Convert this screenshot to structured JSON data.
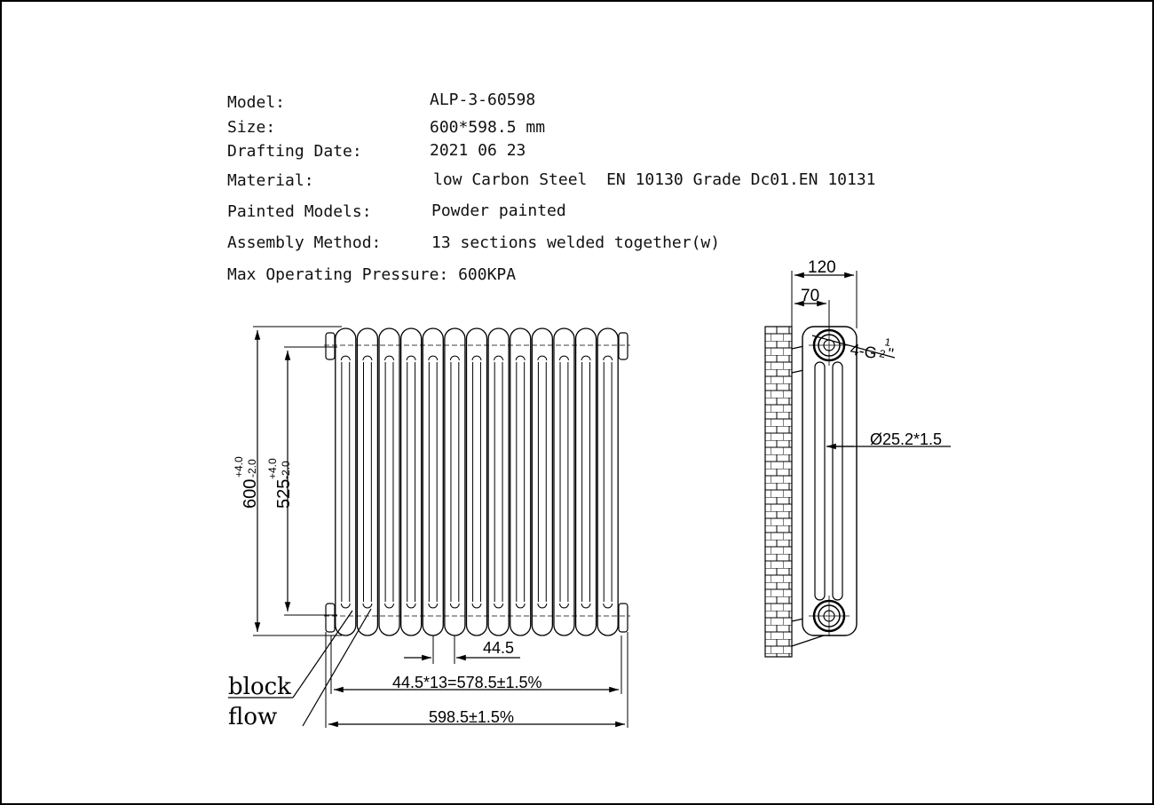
{
  "specs": {
    "model_label": "Model:",
    "model_value": "ALP-3-60598",
    "size_label": "Size:",
    "size_value": "600*598.5 mm",
    "date_label": "Drafting Date:",
    "date_value": "2021 06 23",
    "material_label": "Material:",
    "material_value": "low Carbon Steel  EN 10130 Grade Dc01.EN 10131",
    "painted_label": "Painted Models:",
    "painted_value": "Powder painted",
    "assembly_label": "Assembly Method:",
    "assembly_value": "13 sections welded together(w)",
    "pressure_text": "Max Operating Pressure: 600KPA"
  },
  "front_view": {
    "height_main": "600",
    "height_tol_plus": "+4.0",
    "height_tol_minus": "-2.0",
    "centers_main": "525",
    "centers_tol_plus": "+4.0",
    "centers_tol_minus": "-2.0",
    "section_pitch": "44.5",
    "pitch_total": "44.5*13=578.5±1.5%",
    "overall_width": "598.5±1.5%",
    "label_block": "block",
    "label_flow": "flow",
    "section_count": 13
  },
  "side_view": {
    "depth_total": "120",
    "depth_offset": "70",
    "thread_prefix": "4-G",
    "thread_num": "1",
    "thread_den": "2",
    "thread_suffix": "\"",
    "tube_spec": "Ø25.2*1.5"
  }
}
